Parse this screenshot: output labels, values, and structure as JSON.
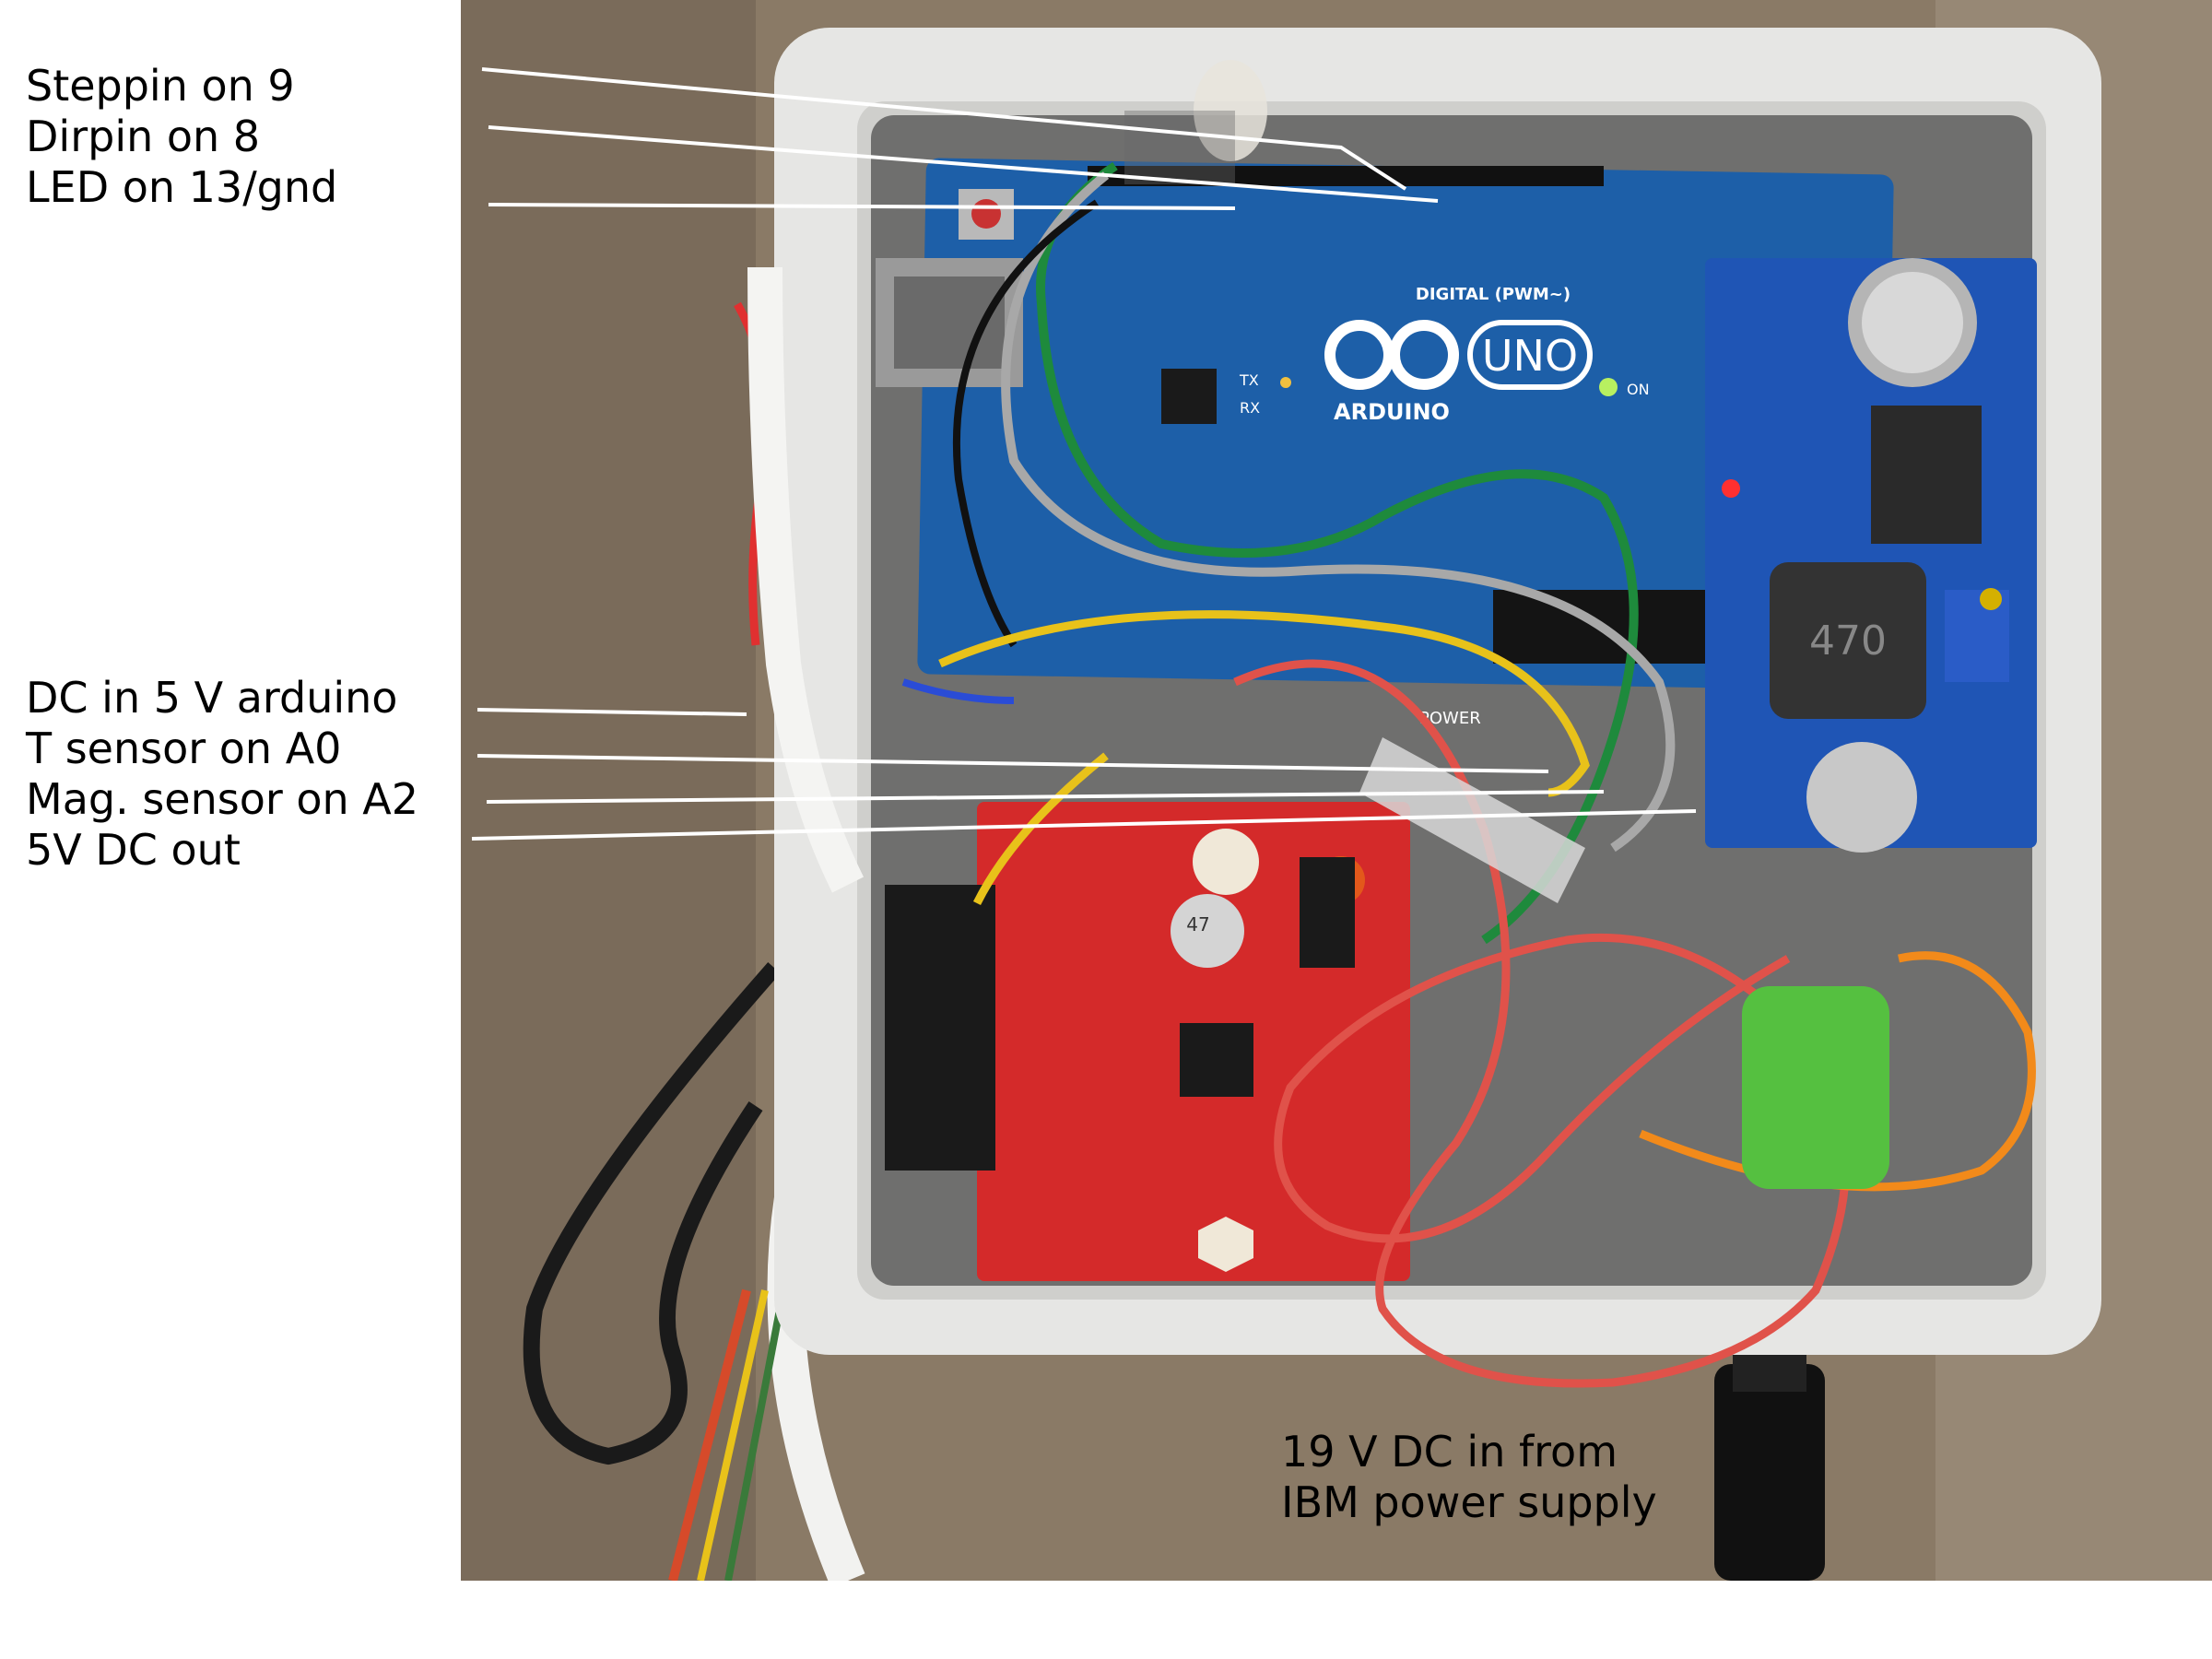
{
  "labels_top": [
    "Steppin on 9",
    "Dirpin on 8",
    "LED on 13/gnd"
  ],
  "labels_mid": [
    "DC in 5 V arduino",
    "T sensor on A0",
    "Mag. sensor on A2",
    "5V DC out"
  ],
  "labels_bottom": [
    "19 V DC in from",
    "IBM power supply"
  ],
  "board_text": {
    "uno": "UNO",
    "arduino": "ARDUINO",
    "digital": "DIGITAL (PWM~)",
    "power": "POWER",
    "on": "ON",
    "tx": "TX",
    "rx": "RX",
    "inductor": "470",
    "cap": "47"
  },
  "colors": {
    "arduino_blue": "#1d5fa8",
    "driver_red": "#d42a2a",
    "enclosure": "#e6e6e4",
    "wire_red": "#e0524a",
    "wire_green": "#1e8a3c",
    "wire_yellow": "#e8c21a",
    "wire_orange": "#f28a1a"
  }
}
